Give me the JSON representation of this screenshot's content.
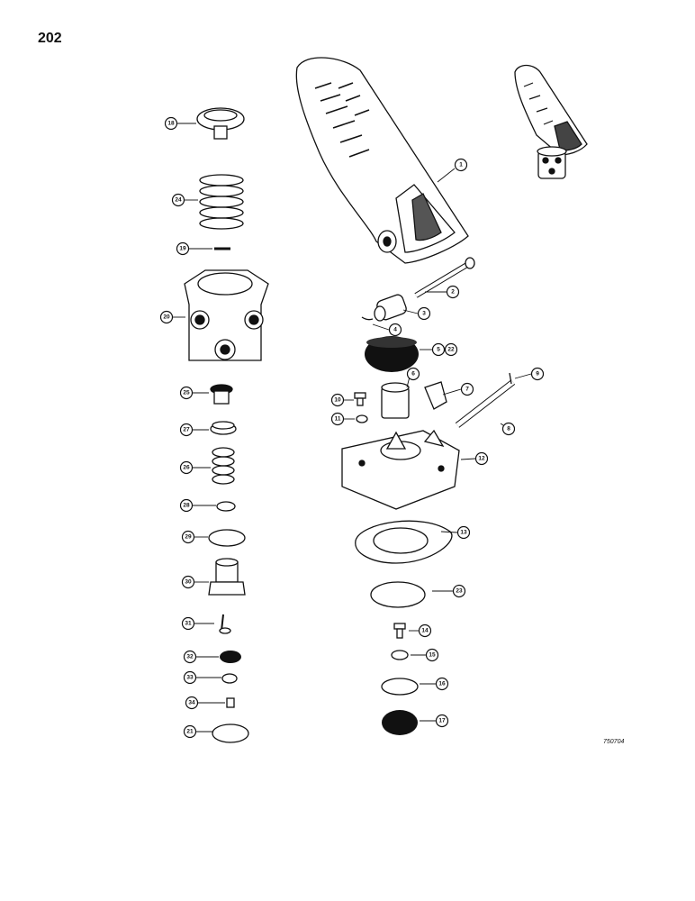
{
  "page_number": "202",
  "figure_code": "750704",
  "callouts": [
    "1",
    "2",
    "3",
    "4",
    "5",
    "22",
    "6",
    "7",
    "8",
    "9",
    "10",
    "11",
    "12",
    "13",
    "23",
    "14",
    "15",
    "16",
    "17",
    "18",
    "24",
    "19",
    "20",
    "25",
    "27",
    "26",
    "28",
    "29",
    "30",
    "31",
    "32",
    "33",
    "34",
    "21"
  ]
}
